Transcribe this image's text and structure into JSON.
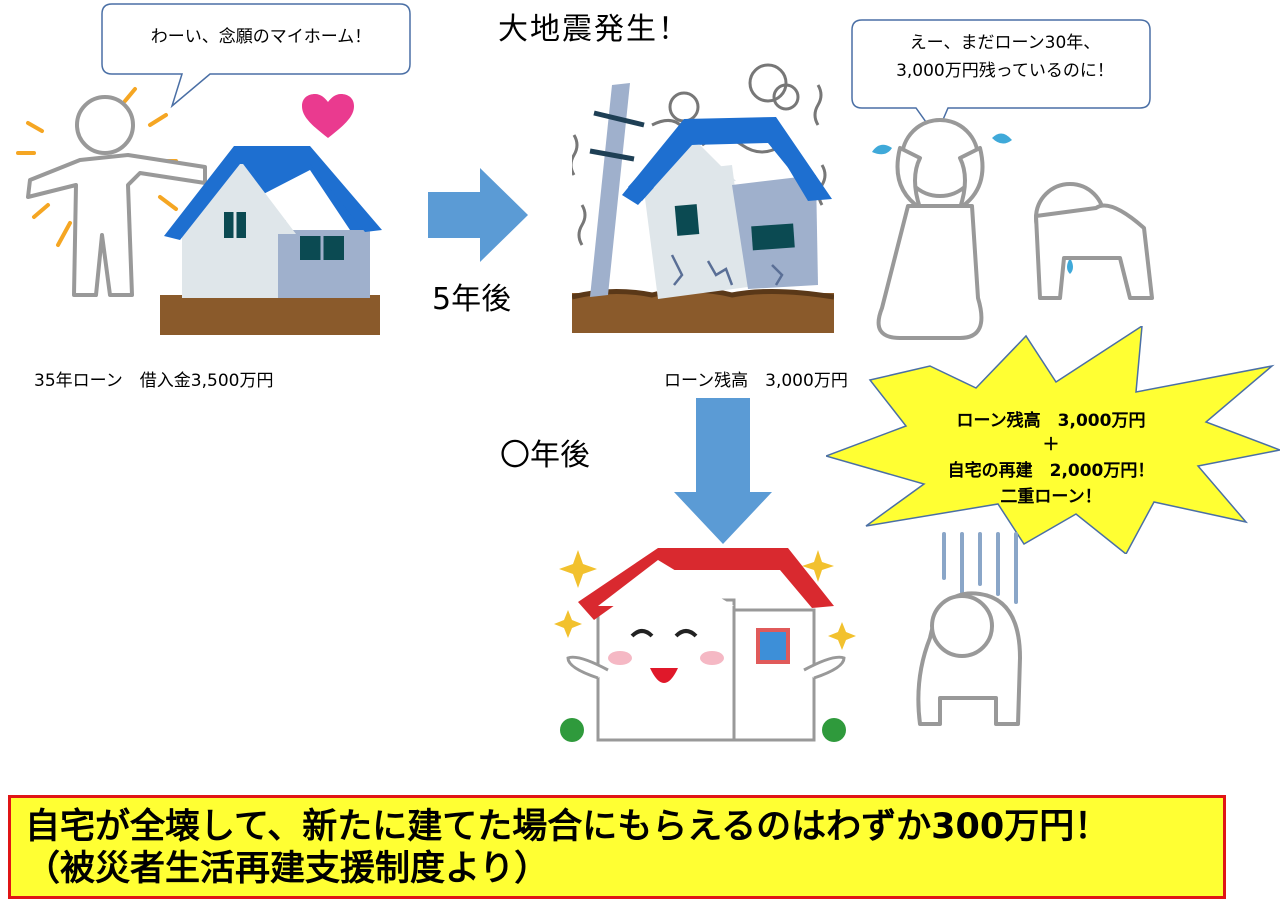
{
  "speech": {
    "happy": "わーい、念願のマイホーム！",
    "shock_line1": "えー、まだローン30年、",
    "shock_line2": "3,000万円残っているのに！"
  },
  "title": "大地震発生！",
  "labels": {
    "five_years": "5年後",
    "n_years": "〇年後",
    "loan_start": "35年ローン　借入金3,500万円",
    "loan_remaining": "ローン残高　3,000万円"
  },
  "burst": {
    "line1": "ローン残高　3,000万円",
    "line2": "＋",
    "line3": "自宅の再建　2,000万円！",
    "line4": "二重ローン！"
  },
  "banner": {
    "line1": "自宅が全壊して、新たに建てた場合にもらえるのはわずか300万円！",
    "line2": "（被災者生活再建支援制度より）"
  },
  "colors": {
    "arrow": "#5b9bd5",
    "roof_blue": "#1e6fd0",
    "roof_red": "#d9292f",
    "ground": "#8a5a2b",
    "burst": "#ffff33",
    "banner_bg": "#ffff33",
    "banner_border": "#e01515"
  }
}
